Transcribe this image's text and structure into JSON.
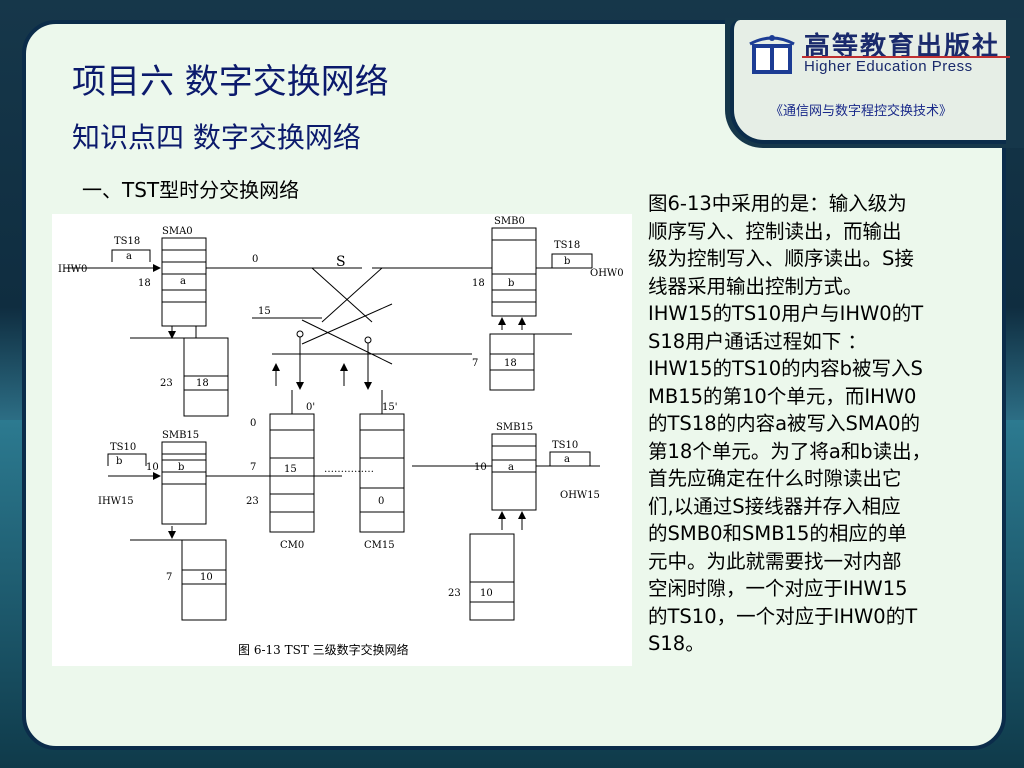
{
  "slide": {
    "title": "项目六  数字交换网络",
    "subtitle": "知识点四 数字交换网络",
    "section": "一、TST型时分交换网络",
    "book_title": "《通信网与数字程控交换技术》",
    "publisher_cn": "高等教育出版社",
    "publisher_en": "Higher Education Press"
  },
  "body_lines": [
    "图6-13中采用的是：输入级为",
    "顺序写入、控制读出，而输出",
    "级为控制写入、顺序读出。S接",
    "线器采用输出控制方式。",
    "IHW15的TS10用户与IHW0的T",
    "S18用户通话过程如下 ：",
    "IHW15的TS10的内容b被写入S",
    "MB15的第10个单元，而IHW0",
    "的TS18的内容a被写入SMA0的",
    "第18个单元。为了将a和b读出，",
    "首先应确定在什么时隙读出它",
    "们,以通过S接线器并存入相应",
    "的SMB0和SMB15的相应的单",
    "元中。为此就需要找一对内部",
    "空闲时隙，一个对应于IHW15",
    "的TS10，一个对应于IHW0的T",
    "S18。"
  ],
  "diagram": {
    "caption": "图 6-13   TST 三级数字交换网络",
    "s_label": "S",
    "sma0": {
      "name": "SMA0",
      "ts": "TS18",
      "ts_val": "a",
      "in": "IHW0",
      "row": "18",
      "cell": "a",
      "ctrl_row": "23",
      "ctrl_cell": "18"
    },
    "smb15_in": {
      "name": "SMB15",
      "ts": "TS10",
      "ts_val": "b",
      "in": "IHW15",
      "row": "10",
      "cell": "b",
      "ctrl_row": "7",
      "ctrl_cell": "10"
    },
    "smb0": {
      "name": "SMB0",
      "ts": "TS18",
      "ts_val": "b",
      "out": "OHW0",
      "row": "18",
      "cell": "b",
      "ctrl_row": "7",
      "ctrl_cell": "18"
    },
    "smb15_out": {
      "name": "SMB15",
      "ts": "TS10",
      "ts_val": "a",
      "out": "OHW15",
      "row": "10",
      "cell": "a",
      "ctrl_row": "23",
      "ctrl_cell": "10"
    },
    "line0": "0",
    "line15": "15",
    "cm0": {
      "name": "CM0",
      "top": "0'",
      "rows": [
        "0",
        "7",
        "23"
      ],
      "cell": "15"
    },
    "cm15": {
      "name": "CM15",
      "top": "15'",
      "cell": "0"
    },
    "dots": "……………"
  }
}
